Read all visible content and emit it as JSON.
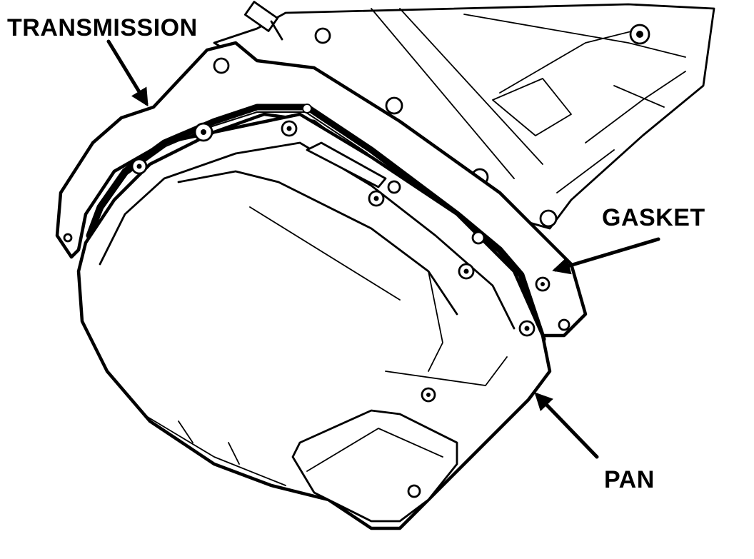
{
  "labels": {
    "transmission": "TRANSMISSION",
    "gasket": "GASKET",
    "pan": "PAN"
  },
  "colors": {
    "ink": "#000000",
    "paper": "#ffffff"
  }
}
